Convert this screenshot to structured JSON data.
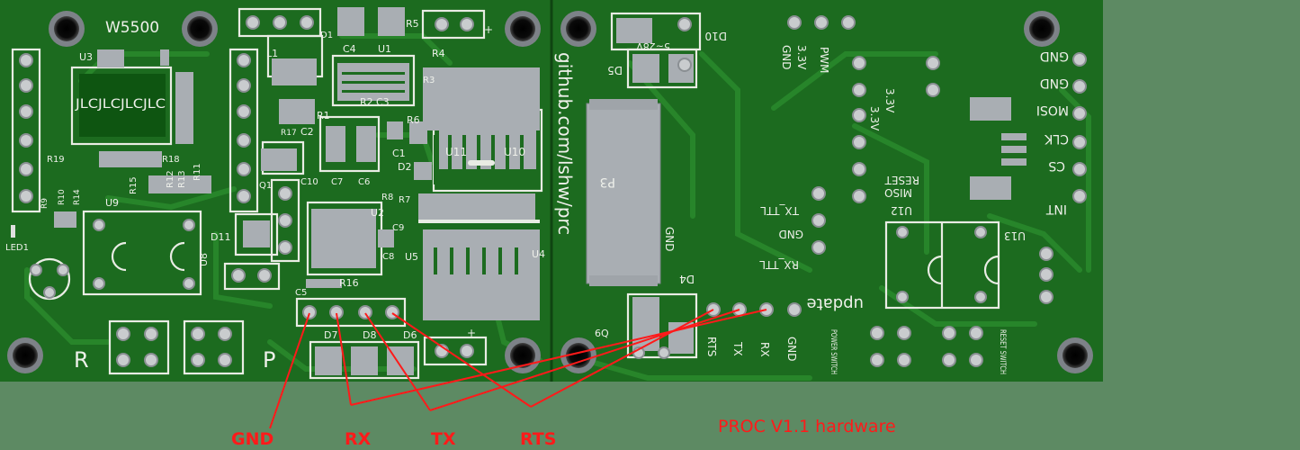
{
  "board": {
    "top_label": "W5500",
    "url_text": "github.com/lshw/prc",
    "caption": "PROC V1.1 hardware",
    "chip_labels": [
      "JLCJLCJLCJLC",
      "P3"
    ],
    "left_refs": [
      "U3",
      "L1",
      "D1",
      "C4",
      "U1",
      "R5",
      "R4",
      "R3",
      "R2",
      "C3",
      "R1",
      "R6",
      "C2",
      "R17",
      "C1",
      "D2",
      "U11",
      "U10",
      "R19",
      "R18",
      "R15",
      "R13",
      "R12",
      "R11",
      "R9",
      "R10",
      "R14",
      "U9",
      "U8",
      "C10",
      "C7",
      "C6",
      "R8",
      "R7",
      "Q1",
      "U2",
      "C9",
      "C8",
      "D11",
      "LED1",
      "U5",
      "U4",
      "R16",
      "C5",
      "D7",
      "D8",
      "D6"
    ],
    "left_letters": [
      "R",
      "P"
    ],
    "right_refs": [
      "D10",
      "D5",
      "D4",
      "6Q",
      "U12",
      "U13"
    ],
    "voltage_label": "5~28V",
    "right_pin_labels": [
      "GND",
      "3.3V",
      "PWM",
      "3.3V",
      "3.3V",
      "RESET",
      "MISO",
      "TX_TTL",
      "GND",
      "RX_TTL",
      "update"
    ],
    "header_labels": [
      "GND",
      "GND",
      "MOSI",
      "CLK",
      "CS",
      "INT"
    ],
    "bottom_pins": [
      "RTS",
      "TX",
      "RX",
      "GND"
    ],
    "switch_labels": [
      "POWER SWITCH",
      "RESET SWITCH"
    ],
    "gnd_side_label": "GND"
  },
  "annotations": {
    "labels": [
      "GND",
      "RX",
      "TX",
      "RTS"
    ],
    "color": "#ff1a1a"
  },
  "colors": {
    "board": "#1c6b1f",
    "background": "#5d8a63"
  }
}
